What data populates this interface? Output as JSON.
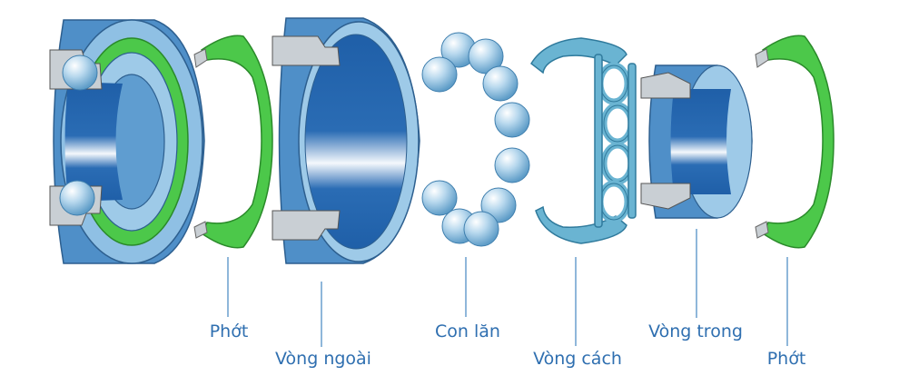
{
  "colors": {
    "outer_blue": "#4f8fc8",
    "light_blue": "#9ecae8",
    "deep_blue": "#1f5fa8",
    "seal_green": "#4cc84a",
    "metal_gray": "#c9cfd4",
    "label_blue": "#2f6fb0",
    "cage_teal": "#6ab4d2",
    "ball_blue": "#a9cfe6"
  },
  "labels": {
    "seal_left": "Phớt",
    "outer_ring": "Vòng ngoài",
    "rolling_elements": "Con lăn",
    "cage": "Vòng cách",
    "inner_ring": "Vòng trong",
    "seal_right": "Phớt"
  }
}
